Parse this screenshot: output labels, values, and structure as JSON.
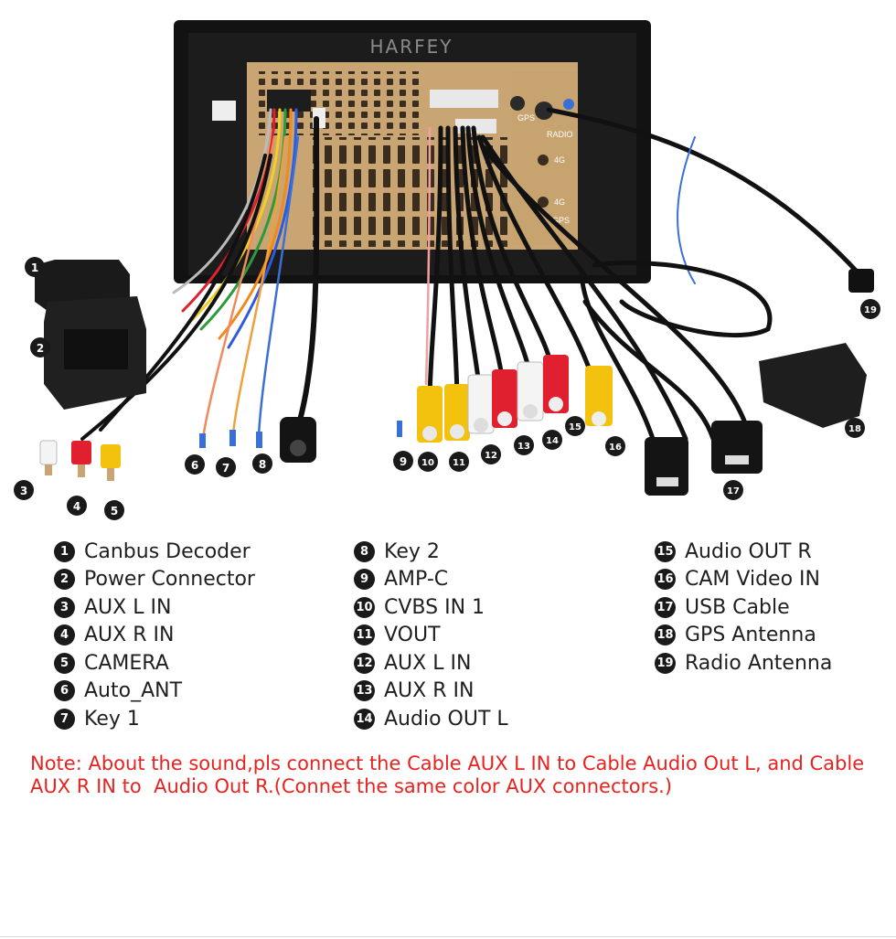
{
  "unit": {
    "brand": "HARFEY",
    "labels": [
      "GPS",
      "RADIO",
      "4G",
      "4G",
      "GPS"
    ]
  },
  "markers": [
    "1",
    "2",
    "3",
    "4",
    "5",
    "6",
    "7",
    "8",
    "9",
    "10",
    "11",
    "12",
    "13",
    "14",
    "15",
    "16",
    "17",
    "18",
    "19"
  ],
  "legend": {
    "col1": [
      {
        "num": "1",
        "label": "Canbus Decoder"
      },
      {
        "num": "2",
        "label": "Power Connector"
      },
      {
        "num": "3",
        "label": "AUX L IN"
      },
      {
        "num": "4",
        "label": "AUX R IN"
      },
      {
        "num": "5",
        "label": "CAMERA"
      },
      {
        "num": "6",
        "label": "Auto_ANT"
      },
      {
        "num": "7",
        "label": "Key 1"
      }
    ],
    "col2": [
      {
        "num": "8",
        "label": "Key 2"
      },
      {
        "num": "9",
        "label": "AMP-C"
      },
      {
        "num": "10",
        "label": "CVBS IN 1"
      },
      {
        "num": "11",
        "label": "VOUT"
      },
      {
        "num": "12",
        "label": "AUX L IN"
      },
      {
        "num": "13",
        "label": "AUX R IN"
      },
      {
        "num": "14",
        "label": "Audio OUT L"
      }
    ],
    "col3": [
      {
        "num": "15",
        "label": "Audio OUT R"
      },
      {
        "num": "16",
        "label": "CAM Video IN"
      },
      {
        "num": "17",
        "label": "USB Cable"
      },
      {
        "num": "18",
        "label": "GPS Antenna"
      },
      {
        "num": "19",
        "label": "Radio Antenna"
      }
    ]
  },
  "note": {
    "line1": "Note: About the sound,pls connect the Cable AUX L IN to Cable Audio Out L, and Cable",
    "line2": "AUX R IN to  Audio Out R.(Connet the same color AUX connectors.)"
  },
  "colors": {
    "note": "#e8231f",
    "rca_yellow": "#f2c20f",
    "rca_red": "#e0202e",
    "rca_white": "#f4f4f4",
    "board": "#c9a574"
  }
}
